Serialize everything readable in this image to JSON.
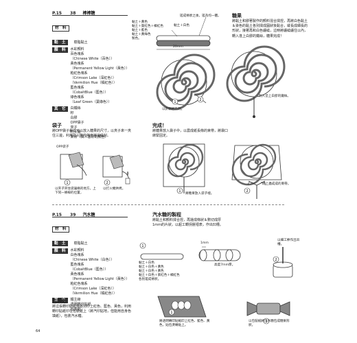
{
  "section1": {
    "page_ref": "P.15",
    "num": "38",
    "title": "棒棒糖",
    "materials_head": "材　料",
    "clay_head": "黏　土",
    "clay": "樹脂黏土",
    "paint_head": "顏　料",
    "paints": [
      "水彩顏料",
      "百色塊系",
      "（Chinese White（百色））",
      "黃色塊系",
      "（Permanent Yellow Light（黃色））",
      "粕紅色塊系",
      "（Crimson Lake（深紅色））",
      "（Vermilion Hue（橘紅色））",
      "藍色塊系",
      "（CobaltBlue（藍色））",
      "綠色塊系",
      "（Leaf Green（葉綠色））"
    ],
    "other_head": "其　它",
    "others": [
      "白鐵絲",
      "籽",
      "白膠",
      "OPP袋子",
      "夾子",
      "打火機",
      "束帶（與人客好的顏色）"
    ]
  },
  "candy": {
    "title": "糖果",
    "text": "將黏土和膠著製作的顏料混合揉捏，再將白色黏土＆染色的黏土各別揉成圓狀後黏合，縱長成細長的形狀，接著再和白色纏繞，這時將纏繞纏住以內，轉入逢上白膠的鐵絲，糖果完成！",
    "label_top": "搓成條狀之後，搓為均一體。",
    "label_left": [
      "黏土＋黃色",
      "黏土＋葉紅色＋橘紅色",
      "黏土＋藍色",
      "黏土＋黃綠色",
      "製色。"
    ],
    "label_white": "黏土＋白色",
    "dim": "20mm",
    "label_roll": "以針頭岩孔洞。",
    "label_wire": "刺入塗上白膠的鐵絲。"
  },
  "bag": {
    "title": "袋子",
    "text": "將OPP袋子裁成可以放入糖果的尺寸，以夾子來一夾住三邊，利用打火機的熱度將邊緣封。",
    "label_opp": "OPP袋子",
    "label_clip": "以夾子夾住袋邊緣的地方，上下同一條線的位置，",
    "label_seal": "以打火機烘烤。"
  },
  "done": {
    "title": "完成！",
    "text": "將糖果放入袋子中，以農成紙長條的束帶，將袋口綁緊固定。",
    "label_put": "將糖果放入袋子裡。",
    "label_tie": "綁上蟲成成的束帶。"
  },
  "section2": {
    "page_ref": "P.15",
    "num": "39",
    "title": "汽水糖",
    "materials_head": "材　料",
    "clay_head": "黏　土",
    "clay": "樹脂黏土",
    "paint_head": "顏　料",
    "paints": [
      "水彩顏料",
      "白色塊系",
      "（Chinese White（白色））",
      "藍色塊系",
      "（CobaltBlue（藍色））",
      "黃色塊系",
      "（Permanent Yellow Light（黃色））",
      "粕紅色塊系",
      "（Crimson Lake（深紅色））",
      "（Vermilion Hue（橘紅色））"
    ],
    "other_head": "其　它",
    "others": [
      "鐵主線",
      "透明轉印貼紙",
      "包裝紙"
    ]
  },
  "soda": {
    "title": "汽水糖的製程",
    "text": "將黏土和顏料揉合捏，再搓成條狀＆數切成厚1mm的片狀，以超工轉拐壓褶表，作出凹槽。",
    "dim": "1mm",
    "label_colors": [
      "黏土＋白色",
      "黏土＋白色＋黃色",
      "黏土＋白色＋黃色",
      "黏土＋白色＋紫紅色＋橘紅色",
      "各別搓成條狀。"
    ],
    "label_height": "高度7mm厚。",
    "label_straw": "以細工棒作出凹槽。"
  },
  "wrap": {
    "title": "包裝紙",
    "text": "將這張轉印貼紙條各別印上紅色、藍色、黃色，利用轉印貼紙印在包裝紙上（將汽印貼地，但能用自身色填紙），包裝汽水糖。",
    "label_wrap": "將透明轉印貼紙印上紅色、藍色、黃色，貼包燙轉貼上。",
    "label_twist": "以包裝紙將汽水糖包成糖果形狀。"
  },
  "page_number": "64"
}
